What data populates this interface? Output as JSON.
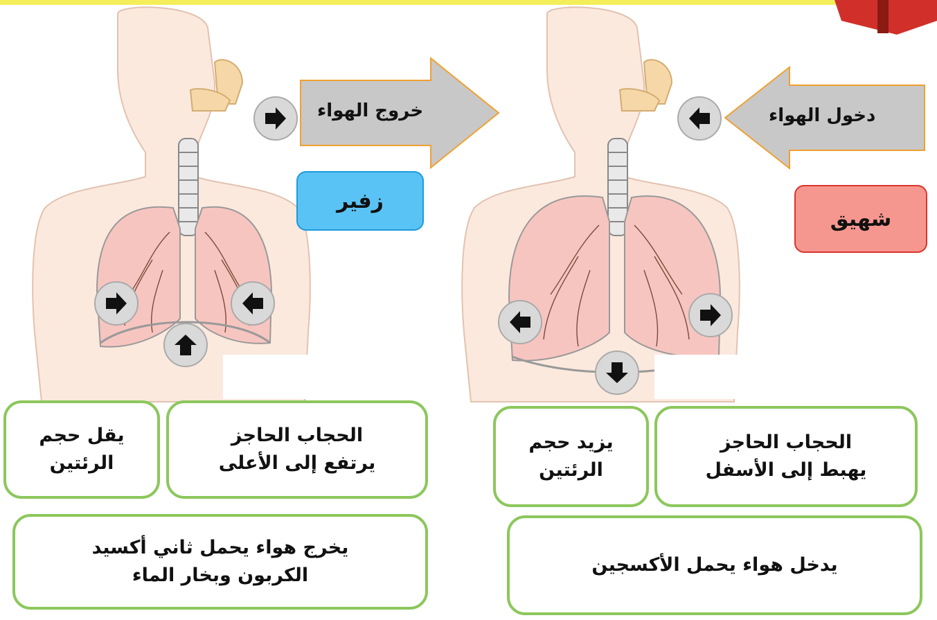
{
  "exhale": {
    "air_arrow_label": "خروج الهواء",
    "title": "زفير",
    "diaphragm_box": [
      "الحجاب الحاجز",
      "يرتفع إلى الأعلى"
    ],
    "lungs_box": [
      "يقل حجم",
      "الرئتين"
    ],
    "air_box": [
      "يخرج هواء يحمل ثاني أكسيد",
      "الكربون وبخار الماء"
    ]
  },
  "inhale": {
    "air_arrow_label": "دخول الهواء",
    "title": "شهيق",
    "diaphragm_box": [
      "الحجاب الحاجز",
      "يهبط إلى الأسفل"
    ],
    "lungs_box": [
      "يزيد حجم",
      "الرئتين"
    ],
    "air_box": [
      "يدخل هواء يحمل الأكسجين"
    ]
  },
  "colors": {
    "body_skin": "#fbe9de",
    "lung": "#f7c5c0",
    "arrow_fill": "#c8c8c8",
    "arrow_border": "#f0a030",
    "box_border": "#8cc75c",
    "exhale_accent": "#5ac3f5",
    "inhale_accent": "#f6978f"
  }
}
